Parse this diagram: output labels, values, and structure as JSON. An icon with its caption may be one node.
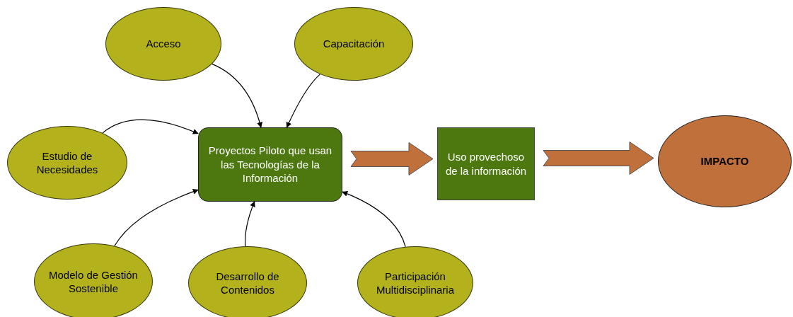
{
  "diagram": {
    "nodes": [
      {
        "text": [
          "Acceso"
        ]
      },
      {
        "text": [
          "Capacitación"
        ]
      },
      {
        "text": [
          "Estudio de Necesidades"
        ]
      },
      {
        "text": [
          "Proyectos Piloto que usan las Tecnologías de la Información"
        ]
      },
      {
        "text": [
          "Uso provechoso de la información"
        ]
      },
      {
        "text": [
          "IMPACTO"
        ]
      },
      {
        "text": [
          "Modelo de Gestión Sostenible"
        ]
      },
      {
        "text": [
          "Desarrollo de Contenidos"
        ]
      },
      {
        "text": [
          "Participación Multidisciplinaria"
        ]
      }
    ],
    "edges": [
      {
        "from": 0,
        "to": 3,
        "arrow": "to"
      },
      {
        "from": 1,
        "to": 3,
        "arrow": "to"
      },
      {
        "from": 2,
        "to": 3,
        "arrow": "to"
      },
      {
        "from": 6,
        "to": 3,
        "arrow": "to"
      },
      {
        "from": 7,
        "to": 3,
        "arrow": "to"
      },
      {
        "from": 8,
        "to": 3,
        "arrow": "to"
      },
      {
        "from": 3,
        "to": 4,
        "arrow": "to",
        "style": "thick",
        "color": "#c0703a"
      },
      {
        "from": 4,
        "to": 5,
        "arrow": "to",
        "style": "thick",
        "color": "#c0703a"
      }
    ]
  }
}
